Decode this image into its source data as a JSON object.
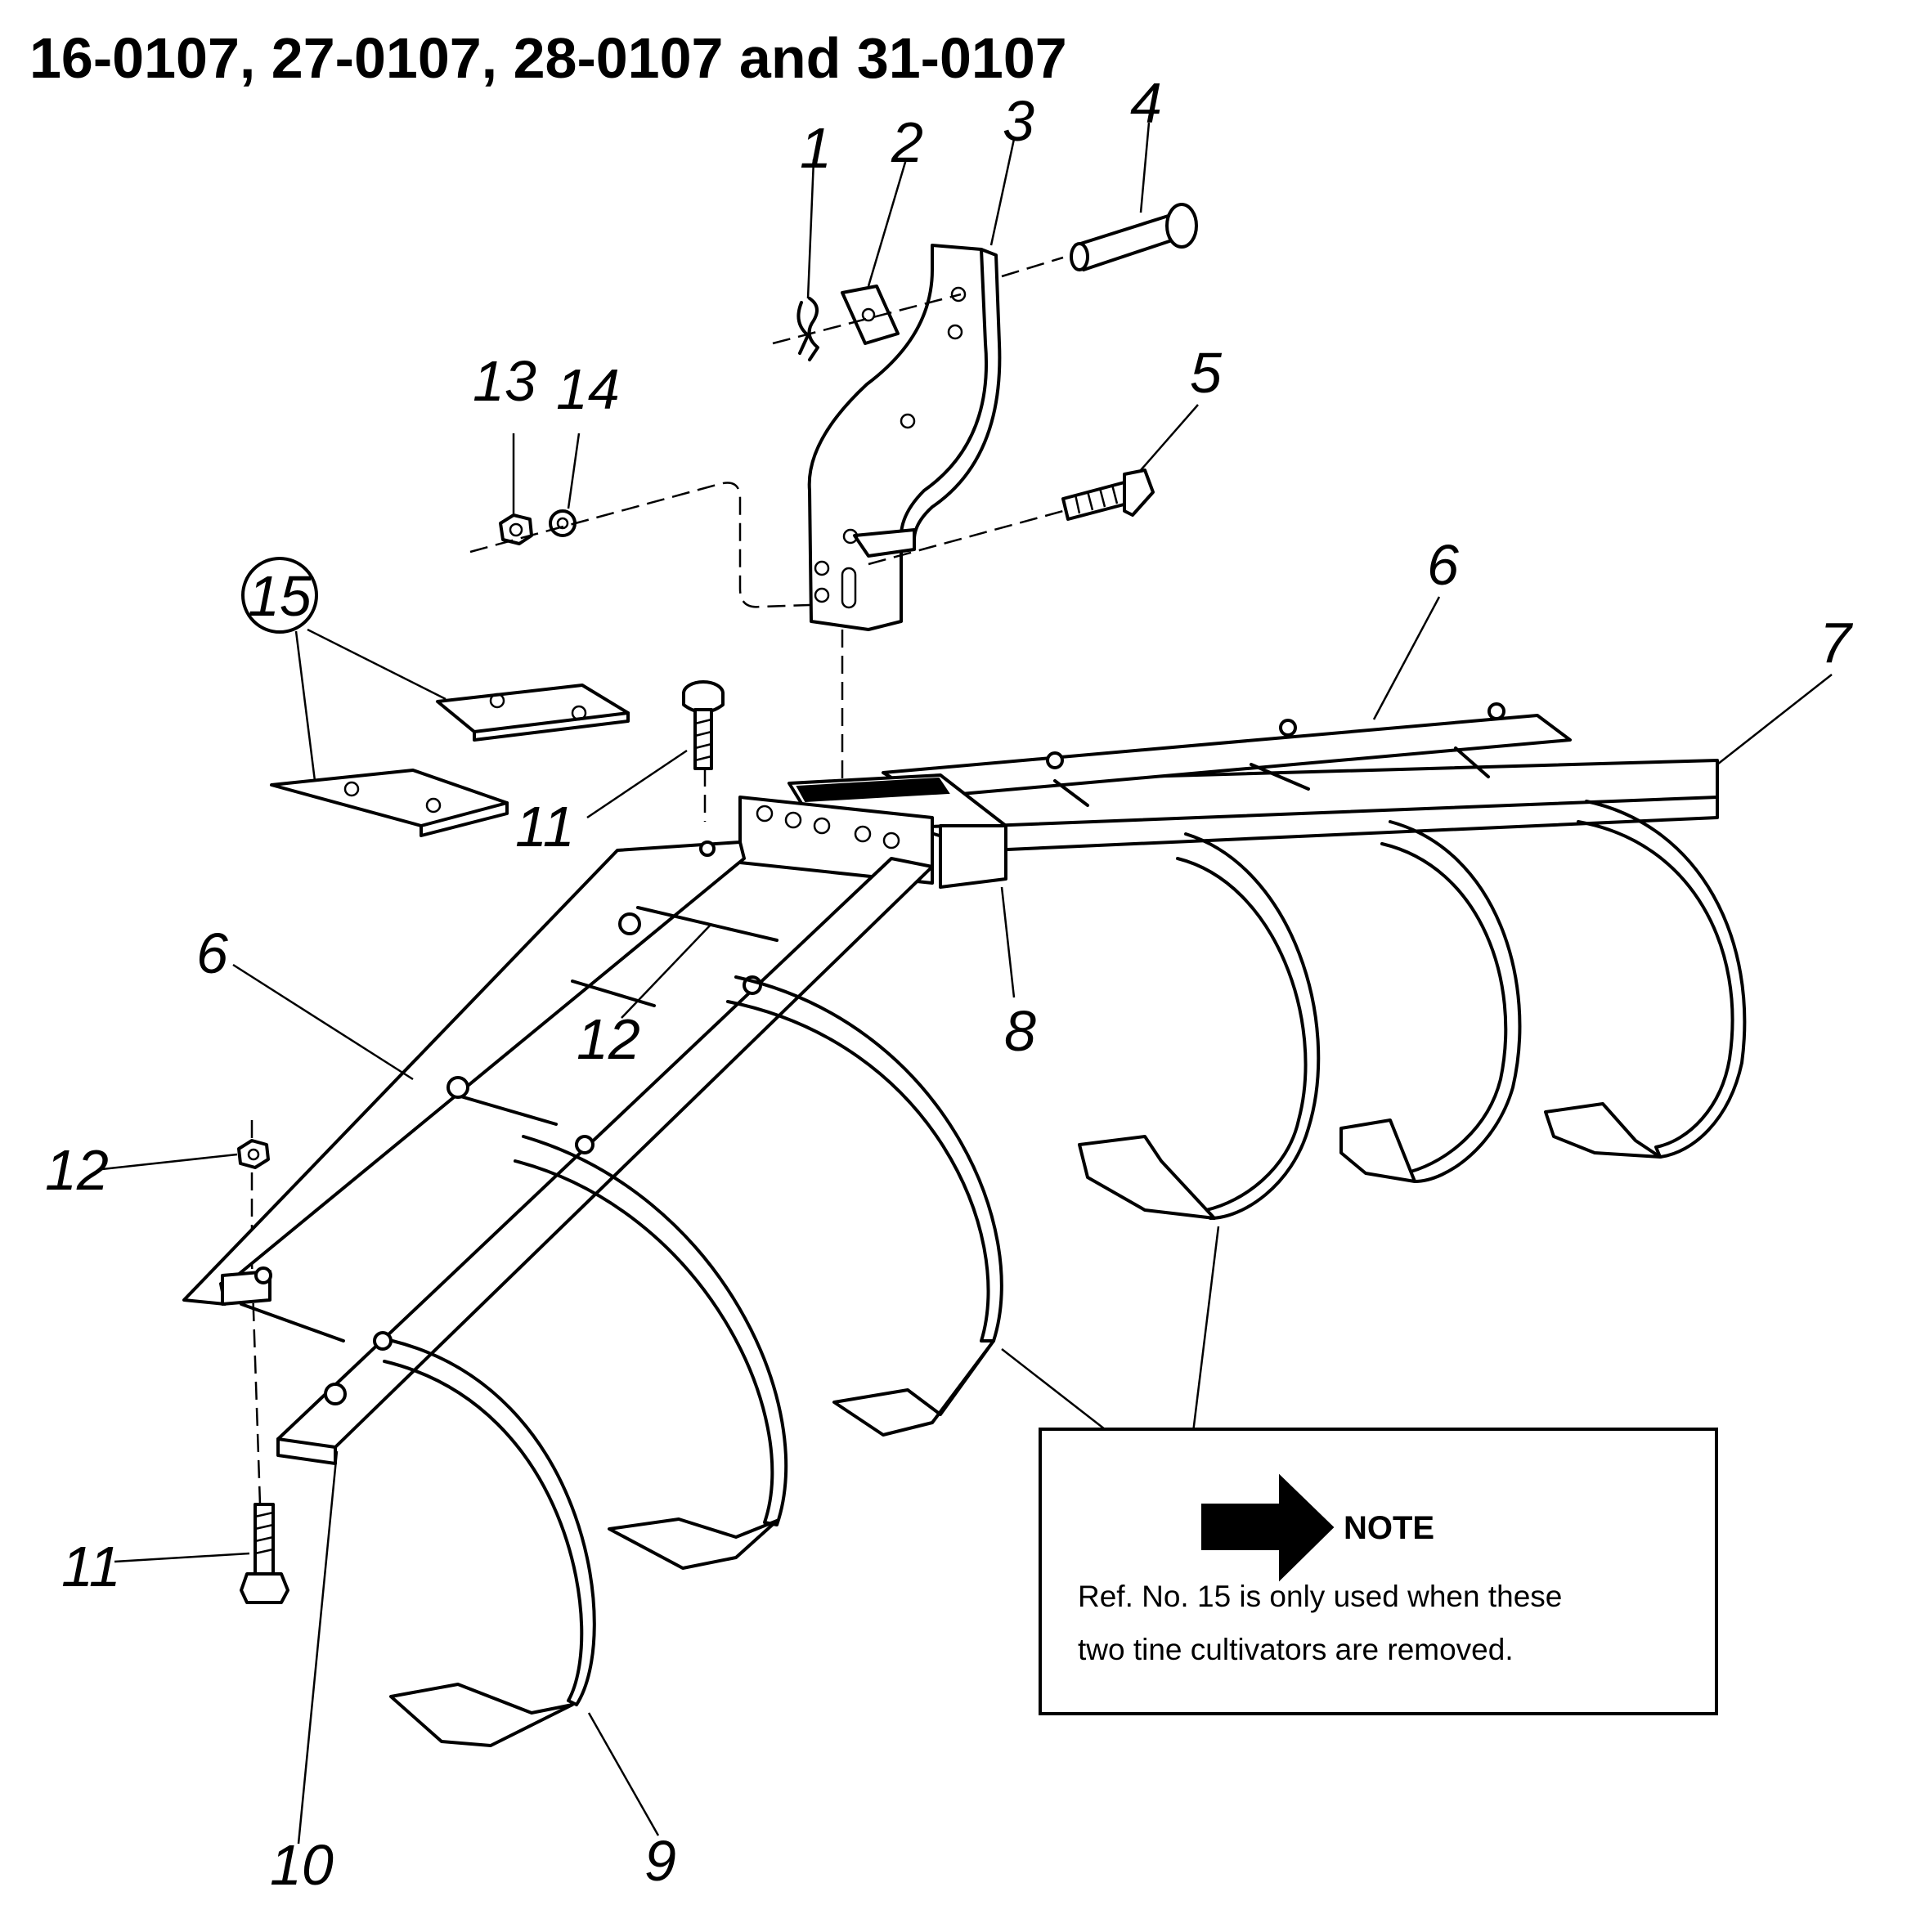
{
  "title": "16-0107, 27-0107, 28-0107 and 31-0107",
  "callouts": {
    "c1": "1",
    "c2": "2",
    "c3": "3",
    "c4": "4",
    "c5": "5",
    "c6a": "6",
    "c6b": "6",
    "c7": "7",
    "c8": "8",
    "c9": "9",
    "c10": "10",
    "c11a": "11",
    "c11b": "11",
    "c12a": "12",
    "c12b": "12",
    "c13": "13",
    "c14": "14",
    "c15": "15"
  },
  "note": {
    "heading": "NOTE",
    "line1": "Ref. No. 15 is only used when these",
    "line2": "two tine cultivators are removed."
  }
}
